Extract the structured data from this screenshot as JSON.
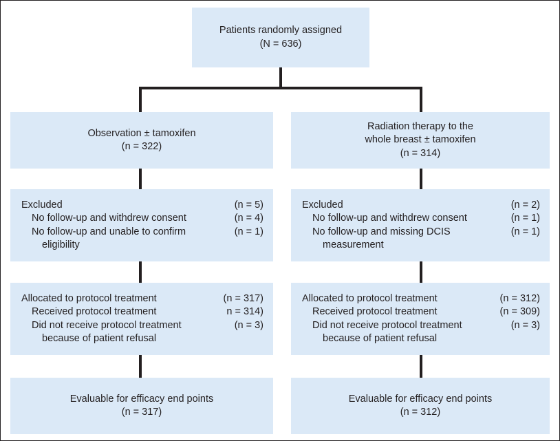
{
  "figure": {
    "type": "consort-flow-diagram",
    "colors": {
      "box_fill": "#dbe9f7",
      "line": "#231f20",
      "text": "#231f20",
      "background": "#ffffff",
      "border": "#231f20"
    }
  },
  "nodes": {
    "enrollment": {
      "line1": "Patients randomly assigned",
      "line2": "(N = 636)"
    },
    "arm_left": {
      "line1": "Observation ± tamoxifen",
      "line2": "(n = 322)"
    },
    "arm_right": {
      "line1": "Radiation therapy to the",
      "line2": "whole breast ± tamoxifen",
      "line3": "(n = 314)"
    },
    "excluded_left": {
      "rows": [
        {
          "label": "Excluded",
          "count": "(n = 5)",
          "indent": 0
        },
        {
          "label": "No follow-up and withdrew consent",
          "count": "(n = 4)",
          "indent": 1
        },
        {
          "label": "No follow-up and unable to confirm",
          "count": "(n = 1)",
          "indent": 1
        },
        {
          "label": "eligibility",
          "count": "",
          "indent": 2
        }
      ]
    },
    "excluded_right": {
      "rows": [
        {
          "label": "Excluded",
          "count": "(n = 2)",
          "indent": 0
        },
        {
          "label": "No follow-up and withdrew consent",
          "count": "(n = 1)",
          "indent": 1
        },
        {
          "label": "No follow-up and missing DCIS",
          "count": "(n = 1)",
          "indent": 1
        },
        {
          "label": "measurement",
          "count": "",
          "indent": 2
        }
      ]
    },
    "allocation_left": {
      "rows": [
        {
          "label": "Allocated to protocol treatment",
          "count": "(n = 317)",
          "indent": 0
        },
        {
          "label": "Received protocol treatment",
          "count": "n = 314)",
          "indent": 1
        },
        {
          "label": "Did not receive protocol treatment",
          "count": "(n = 3)",
          "indent": 1
        },
        {
          "label": "because of patient refusal",
          "count": "",
          "indent": 2
        }
      ]
    },
    "allocation_right": {
      "rows": [
        {
          "label": "Allocated to protocol treatment",
          "count": "(n = 312)",
          "indent": 0
        },
        {
          "label": "Received protocol treatment",
          "count": "(n = 309)",
          "indent": 1
        },
        {
          "label": "Did not receive protocol treatment",
          "count": "(n = 3)",
          "indent": 1
        },
        {
          "label": "because of patient refusal",
          "count": "",
          "indent": 2
        }
      ]
    },
    "analysis_left": {
      "line1": "Evaluable for efficacy end points",
      "line2": "(n = 317)"
    },
    "analysis_right": {
      "line1": "Evaluable for efficacy end points",
      "line2": "(n = 312)"
    }
  }
}
